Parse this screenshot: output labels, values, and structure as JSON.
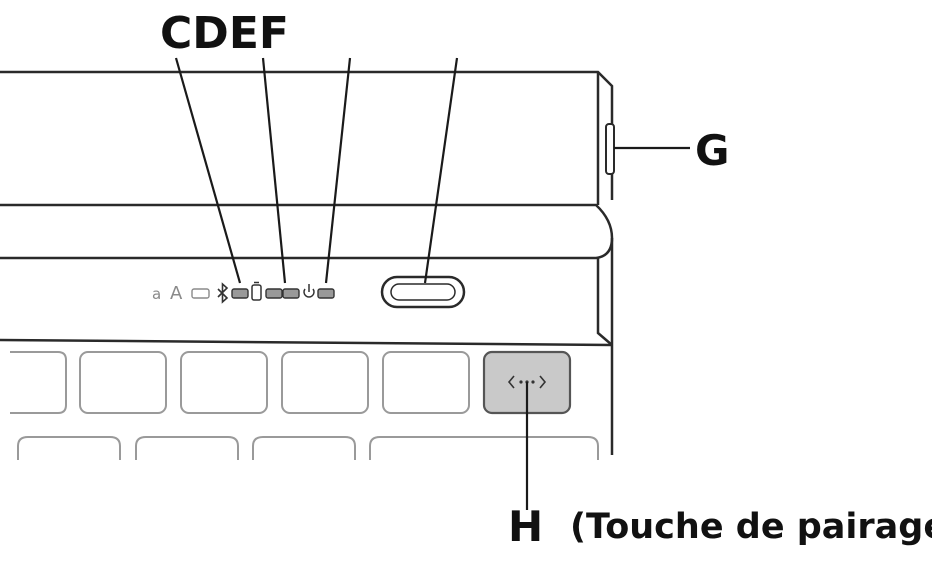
{
  "callouts": {
    "cdef": "CDEF",
    "g": "G",
    "h": "H",
    "h_description": "(Touche de pairage)"
  },
  "indicator_strip": {
    "lowercase_glyph": "a",
    "uppercase_glyph": "A",
    "icons": [
      "caps-lock-indicator-icon",
      "bluetooth-icon",
      "battery-icon",
      "power-icon"
    ]
  },
  "pairing_key": {
    "icon": "pairing-arrows-icon",
    "glyph": "‹··›"
  },
  "colors": {
    "outline": "#2a2a2a",
    "pairing_key_fill": "#c9c9c9",
    "leader_line": "#1a1a1a"
  }
}
